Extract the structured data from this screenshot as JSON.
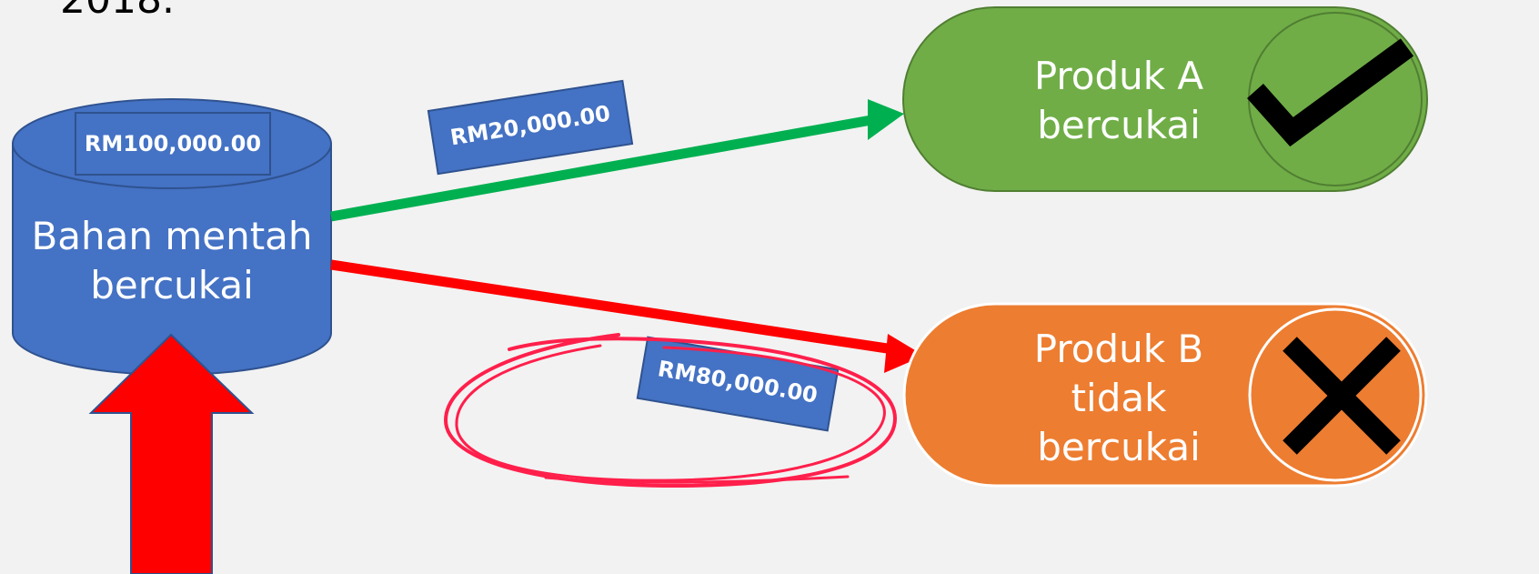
{
  "header": {
    "partial_text": "2018."
  },
  "source": {
    "line1": "Bahan mentah",
    "line2": "bercukai",
    "amount": "RM100,000.00",
    "color": "#4472c4"
  },
  "flows": [
    {
      "amount": "RM20,000.00",
      "color": "#00b050"
    },
    {
      "amount": "RM80,000.00",
      "color": "#ff0000"
    }
  ],
  "products": [
    {
      "line1": "Produk A",
      "line2": "bercukai",
      "status_icon": "check-icon",
      "color": "#70ad47"
    },
    {
      "line1": "Produk B",
      "line2": "tidak",
      "line3": "bercukai",
      "status_icon": "cross-icon",
      "color": "#ed7d31"
    }
  ],
  "highlight_color": "#ff1f4b",
  "input_arrow_color": "#ff0000"
}
